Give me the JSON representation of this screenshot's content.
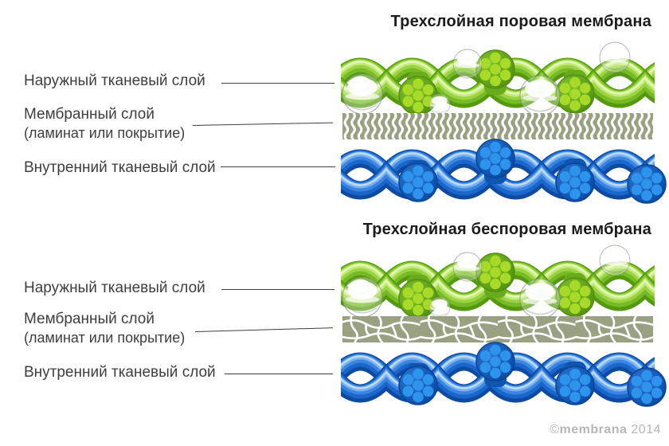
{
  "diagram_porous": {
    "title": "Трехслойная поровая мембрана"
  },
  "diagram_nonporous": {
    "title": "Трехслойная беспоровая мембрана"
  },
  "layer_labels": {
    "outer": "Наружный тканевый слой",
    "membrane": "Мембранный слой",
    "membrane_note": "(ламинат или покрытие)",
    "inner": "Внутренний тканевый слой"
  },
  "watermark": {
    "copyright": "©",
    "brand": "membrana",
    "year": "2014"
  },
  "colors": {
    "outer_fabric_green": "#8cc63f",
    "inner_fabric_blue": "#1e6bd2",
    "membrane_olive": "#9aa183",
    "title_text": "#1b1b1b",
    "label_text": "#3e3e3e",
    "leader_line": "#3f3f3f",
    "watermark_gray": "#b5b7b6",
    "background": "#ffffff"
  }
}
